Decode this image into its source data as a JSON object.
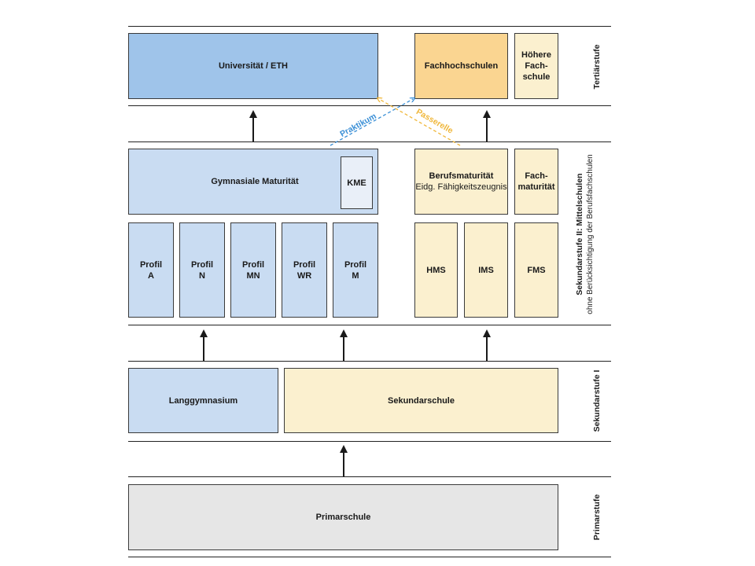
{
  "tertiary": {
    "label": "Tertiärstufe",
    "university": "Universität / ETH",
    "fachhochschulen": "Fachhochschulen",
    "hoehere_fachschule": "Höhere\nFach-\nschule"
  },
  "transfers": {
    "praktikum": "Praktikum",
    "passerelle": "Passerelle"
  },
  "secondary2": {
    "label_main": "Sekundarstufe II: Mittelschulen",
    "label_sub": "ohne Berücksichtigung der Berufsfachschulen",
    "gymnasiale_maturitaet": "Gymnasiale Maturität",
    "kme": "KME",
    "berufsmaturitaet": "Berufsmaturität",
    "faehigkeitszeugnis": "Eidg. Fähigkeitszeugnis",
    "fachmaturitaet": "Fach-\nmaturität",
    "profile": [
      "Profil\nA",
      "Profil\nN",
      "Profil\nMN",
      "Profil\nWR",
      "Profil\nM"
    ],
    "hms": "HMS",
    "ims": "IMS",
    "fms": "FMS"
  },
  "secondary1": {
    "label": "Sekundarstufe I",
    "langgymnasium": "Langgymnasium",
    "sekundarschule": "Sekundarschule"
  },
  "primary": {
    "label": "Primarstufe",
    "primarschule": "Primarschule"
  },
  "colors": {
    "blue_light": "#c9dcf2",
    "blue_dark": "#9fc4ea",
    "yellow_light": "#fbf0cf",
    "yellow_dark": "#fad591",
    "praktikum_arrow": "#3a8fd6",
    "passerelle_arrow": "#f0b73a"
  }
}
